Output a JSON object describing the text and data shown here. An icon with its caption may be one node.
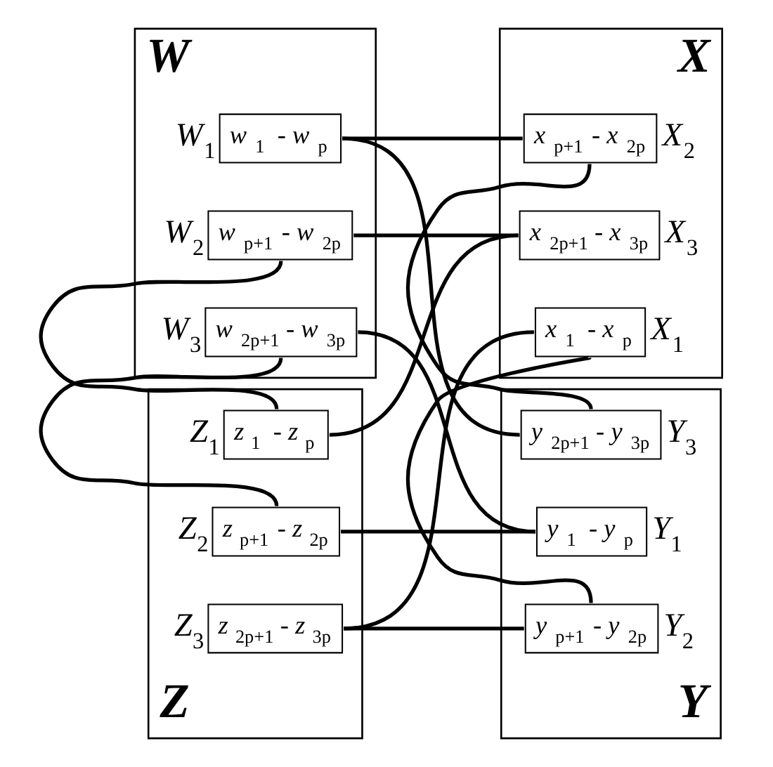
{
  "diagram": {
    "nodes": [
      {
        "text": [
          "W"
        ]
      },
      {
        "text": [
          "w$_{1}$ - w$_{p}$"
        ],
        "beside": [
          "W$_{1}$"
        ],
        "in": 0
      },
      {
        "text": [
          "w$_{p+1}$ - w$_{2p}$"
        ],
        "beside": [
          "W$_{2}$"
        ],
        "in": 0
      },
      {
        "text": [
          "w$_{2p+1}$ - w$_{3p}$"
        ],
        "beside": [
          "W$_{3}$"
        ],
        "in": 0
      },
      {
        "text": [
          "X"
        ]
      },
      {
        "text": [
          "x$_{1}$ - x$_{p}$"
        ],
        "beside": [
          "X$_{1}$"
        ],
        "in": 4
      },
      {
        "text": [
          "x$_{p+1}$ - x$_{2p}$"
        ],
        "beside": [
          "X$_{2}$"
        ],
        "in": 4
      },
      {
        "text": [
          "x$_{2p+1}$ - x$_{3p}$"
        ],
        "beside": [
          "X$_{3}$"
        ],
        "in": 4
      },
      {
        "text": [
          "Y"
        ]
      },
      {
        "text": [
          "y$_{1}$ - y$_{p}$"
        ],
        "beside": [
          "Y$_{1}$"
        ],
        "in": 8
      },
      {
        "text": [
          "y$_{p+1}$ - y$_{2p}$"
        ],
        "beside": [
          "Y$_{2}$"
        ],
        "in": 8
      },
      {
        "text": [
          "y$_{2p+1}$ - y$_{3p}$"
        ],
        "beside": [
          "Y$_{3}$"
        ],
        "in": 8
      },
      {
        "text": [
          "Z"
        ]
      },
      {
        "text": [
          "z$_{1}$ - z$_{p}$"
        ],
        "beside": [
          "Z$_{1}$"
        ],
        "in": 12
      },
      {
        "text": [
          "z$_{p+1}$ - z$_{2p}$"
        ],
        "beside": [
          "Z$_{2}$"
        ],
        "in": 12
      },
      {
        "text": [
          "z$_{2p+1}$ - z$_{3p}$"
        ],
        "beside": [
          "Z$_{3}$"
        ],
        "in": 12
      }
    ],
    "edges": [
      {
        "from": 1,
        "to": 6,
        "arrow": "none"
      },
      {
        "from": 6,
        "to": 11,
        "arrow": "none"
      },
      {
        "from": 1,
        "to": 11,
        "arrow": "none"
      },
      {
        "from": 2,
        "to": 7,
        "arrow": "none"
      },
      {
        "from": 13,
        "to": 7,
        "arrow": "none"
      },
      {
        "from": 2,
        "to": 13,
        "arrow": "none"
      },
      {
        "from": 3,
        "to": 9,
        "arrow": "none"
      },
      {
        "from": 3,
        "to": 14,
        "arrow": "none"
      },
      {
        "from": 14,
        "to": 9,
        "arrow": "none"
      },
      {
        "from": 5,
        "to": 10,
        "arrow": "none"
      },
      {
        "from": 15,
        "to": 5,
        "arrow": "none"
      },
      {
        "from": 15,
        "to": 10,
        "arrow": "none"
      }
    ]
  }
}
